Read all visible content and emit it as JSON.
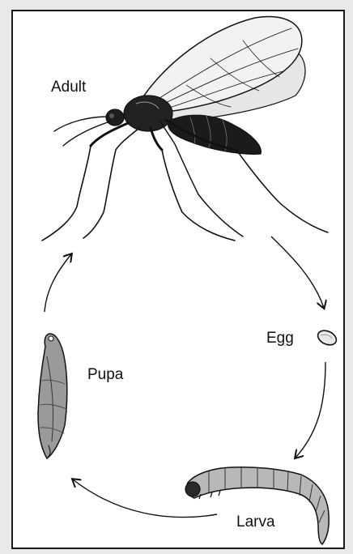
{
  "labels": {
    "adult": "Adult",
    "egg": "Egg",
    "larva": "Larva",
    "pupa": "Pupa"
  },
  "colors": {
    "ink": "#111111",
    "wing": "#f2f2f2",
    "background": "#e9e9e9",
    "frame": "#ffffff"
  }
}
